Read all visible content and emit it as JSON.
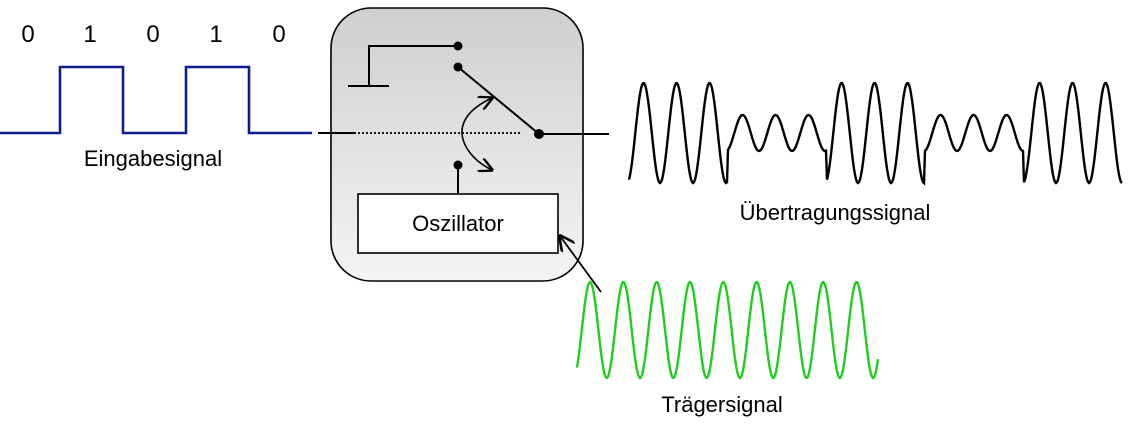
{
  "input": {
    "bits": [
      "0",
      "1",
      "0",
      "1",
      "0"
    ],
    "label": "Eingabesignal",
    "color": "#0b1f8c"
  },
  "modulator": {
    "oscillator_label": "Oszillator"
  },
  "output": {
    "label": "Übertragungssignal",
    "color": "#000000"
  },
  "carrier": {
    "label": "Trägersignal",
    "color": "#22cc22"
  }
}
